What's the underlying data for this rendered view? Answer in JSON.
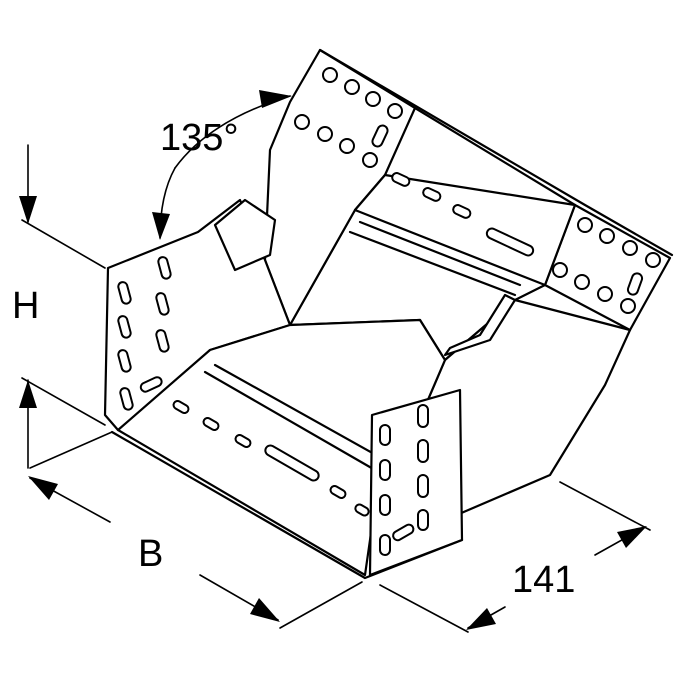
{
  "diagram": {
    "labels": {
      "angle": "135°",
      "height": "H",
      "width": "B",
      "length": "141"
    },
    "line_color": "#000000",
    "background": "#ffffff"
  }
}
